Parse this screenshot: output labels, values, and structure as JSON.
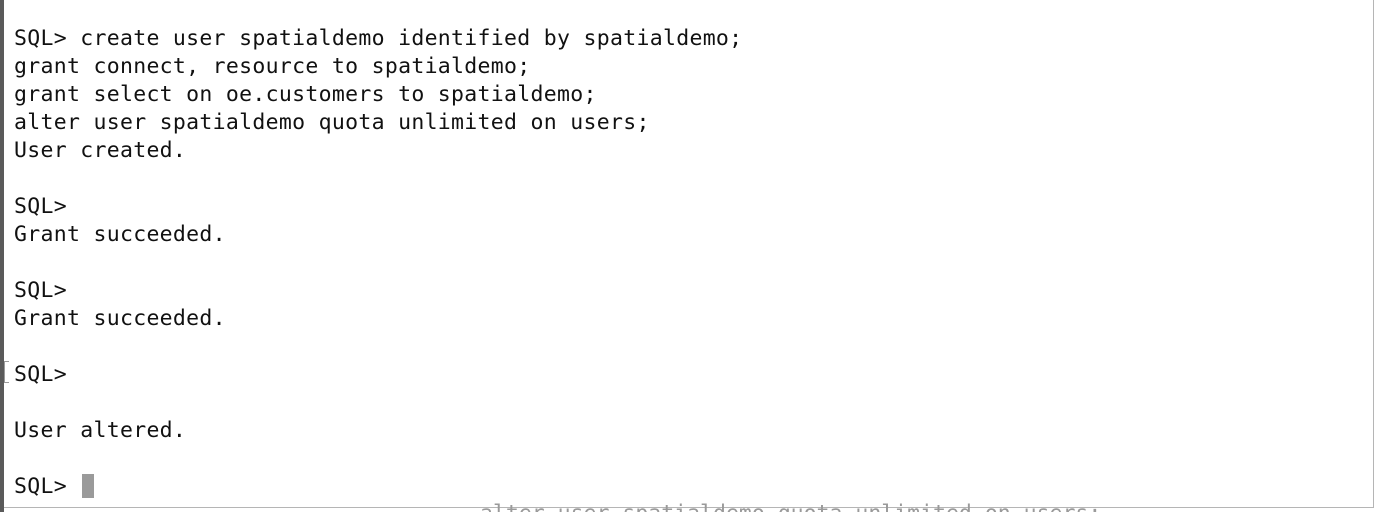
{
  "terminal": {
    "lines": [
      "SQL> create user spatialdemo identified by spatialdemo;",
      "grant connect, resource to spatialdemo;",
      "grant select on oe.customers to spatialdemo;",
      "alter user spatialdemo quota unlimited on users;",
      "User created.",
      "",
      "SQL>",
      "Grant succeeded.",
      "",
      "SQL>",
      "Grant succeeded.",
      "",
      "SQL>",
      "",
      "User altered.",
      "",
      "SQL> "
    ],
    "ghost_text": "alter user spatialdemo quota unlimited on users;",
    "cursor_color": "#9a9a9a"
  }
}
